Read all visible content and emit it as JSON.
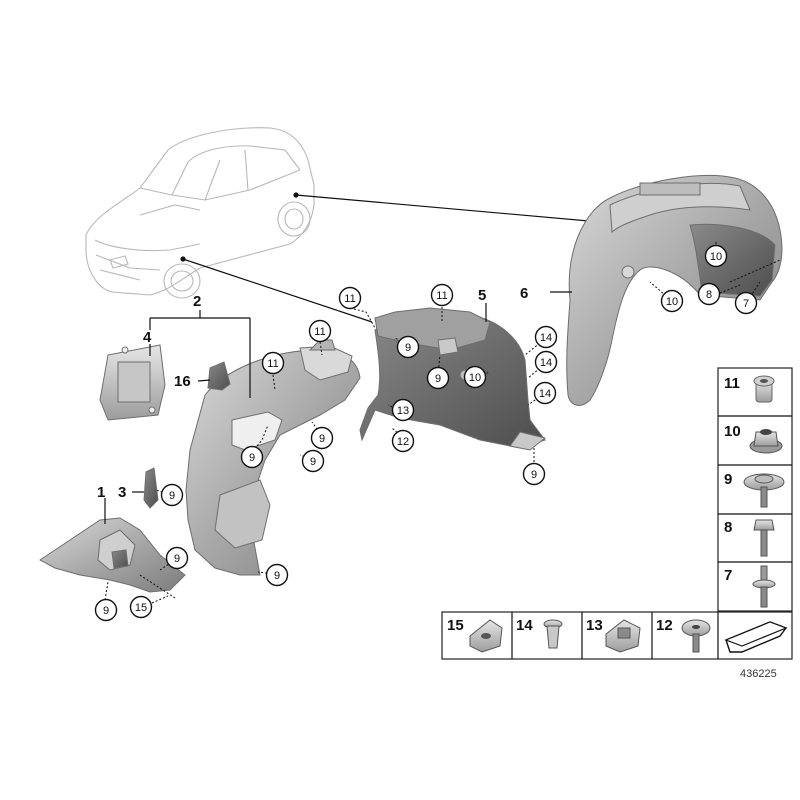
{
  "diagram": {
    "reference_number": "436225",
    "part_labels": [
      {
        "id": "p1",
        "text": "1"
      },
      {
        "id": "p2",
        "text": "2"
      },
      {
        "id": "p3",
        "text": "3"
      },
      {
        "id": "p4",
        "text": "4"
      },
      {
        "id": "p5",
        "text": "5"
      },
      {
        "id": "p6",
        "text": "6"
      },
      {
        "id": "p16",
        "text": "16"
      }
    ],
    "callouts": [
      {
        "id": "c11a",
        "text": "11"
      },
      {
        "id": "c11b",
        "text": "11"
      },
      {
        "id": "c11c",
        "text": "11"
      },
      {
        "id": "c11d",
        "text": "11"
      },
      {
        "id": "c9a",
        "text": "9"
      },
      {
        "id": "c9b",
        "text": "9"
      },
      {
        "id": "c9c",
        "text": "9"
      },
      {
        "id": "c9d",
        "text": "9"
      },
      {
        "id": "c9e",
        "text": "9"
      },
      {
        "id": "c9f",
        "text": "9"
      },
      {
        "id": "c9g",
        "text": "9"
      },
      {
        "id": "c9h",
        "text": "9"
      },
      {
        "id": "c9i",
        "text": "9"
      },
      {
        "id": "c9j",
        "text": "9"
      },
      {
        "id": "c10a",
        "text": "10"
      },
      {
        "id": "c10b",
        "text": "10"
      },
      {
        "id": "c10c",
        "text": "10"
      },
      {
        "id": "c13",
        "text": "13"
      },
      {
        "id": "c12",
        "text": "12"
      },
      {
        "id": "c14a",
        "text": "14"
      },
      {
        "id": "c14b",
        "text": "14"
      },
      {
        "id": "c14c",
        "text": "14"
      },
      {
        "id": "c8",
        "text": "8"
      },
      {
        "id": "c7",
        "text": "7"
      },
      {
        "id": "c15",
        "text": "15"
      }
    ],
    "legend_right": [
      {
        "id": "r11",
        "text": "11"
      },
      {
        "id": "r10",
        "text": "10"
      },
      {
        "id": "r9",
        "text": "9"
      },
      {
        "id": "r8",
        "text": "8"
      },
      {
        "id": "r7",
        "text": "7"
      }
    ],
    "legend_bottom": [
      {
        "id": "b15",
        "text": "15"
      },
      {
        "id": "b14",
        "text": "14"
      },
      {
        "id": "b13",
        "text": "13"
      },
      {
        "id": "b12",
        "text": "12"
      }
    ]
  }
}
